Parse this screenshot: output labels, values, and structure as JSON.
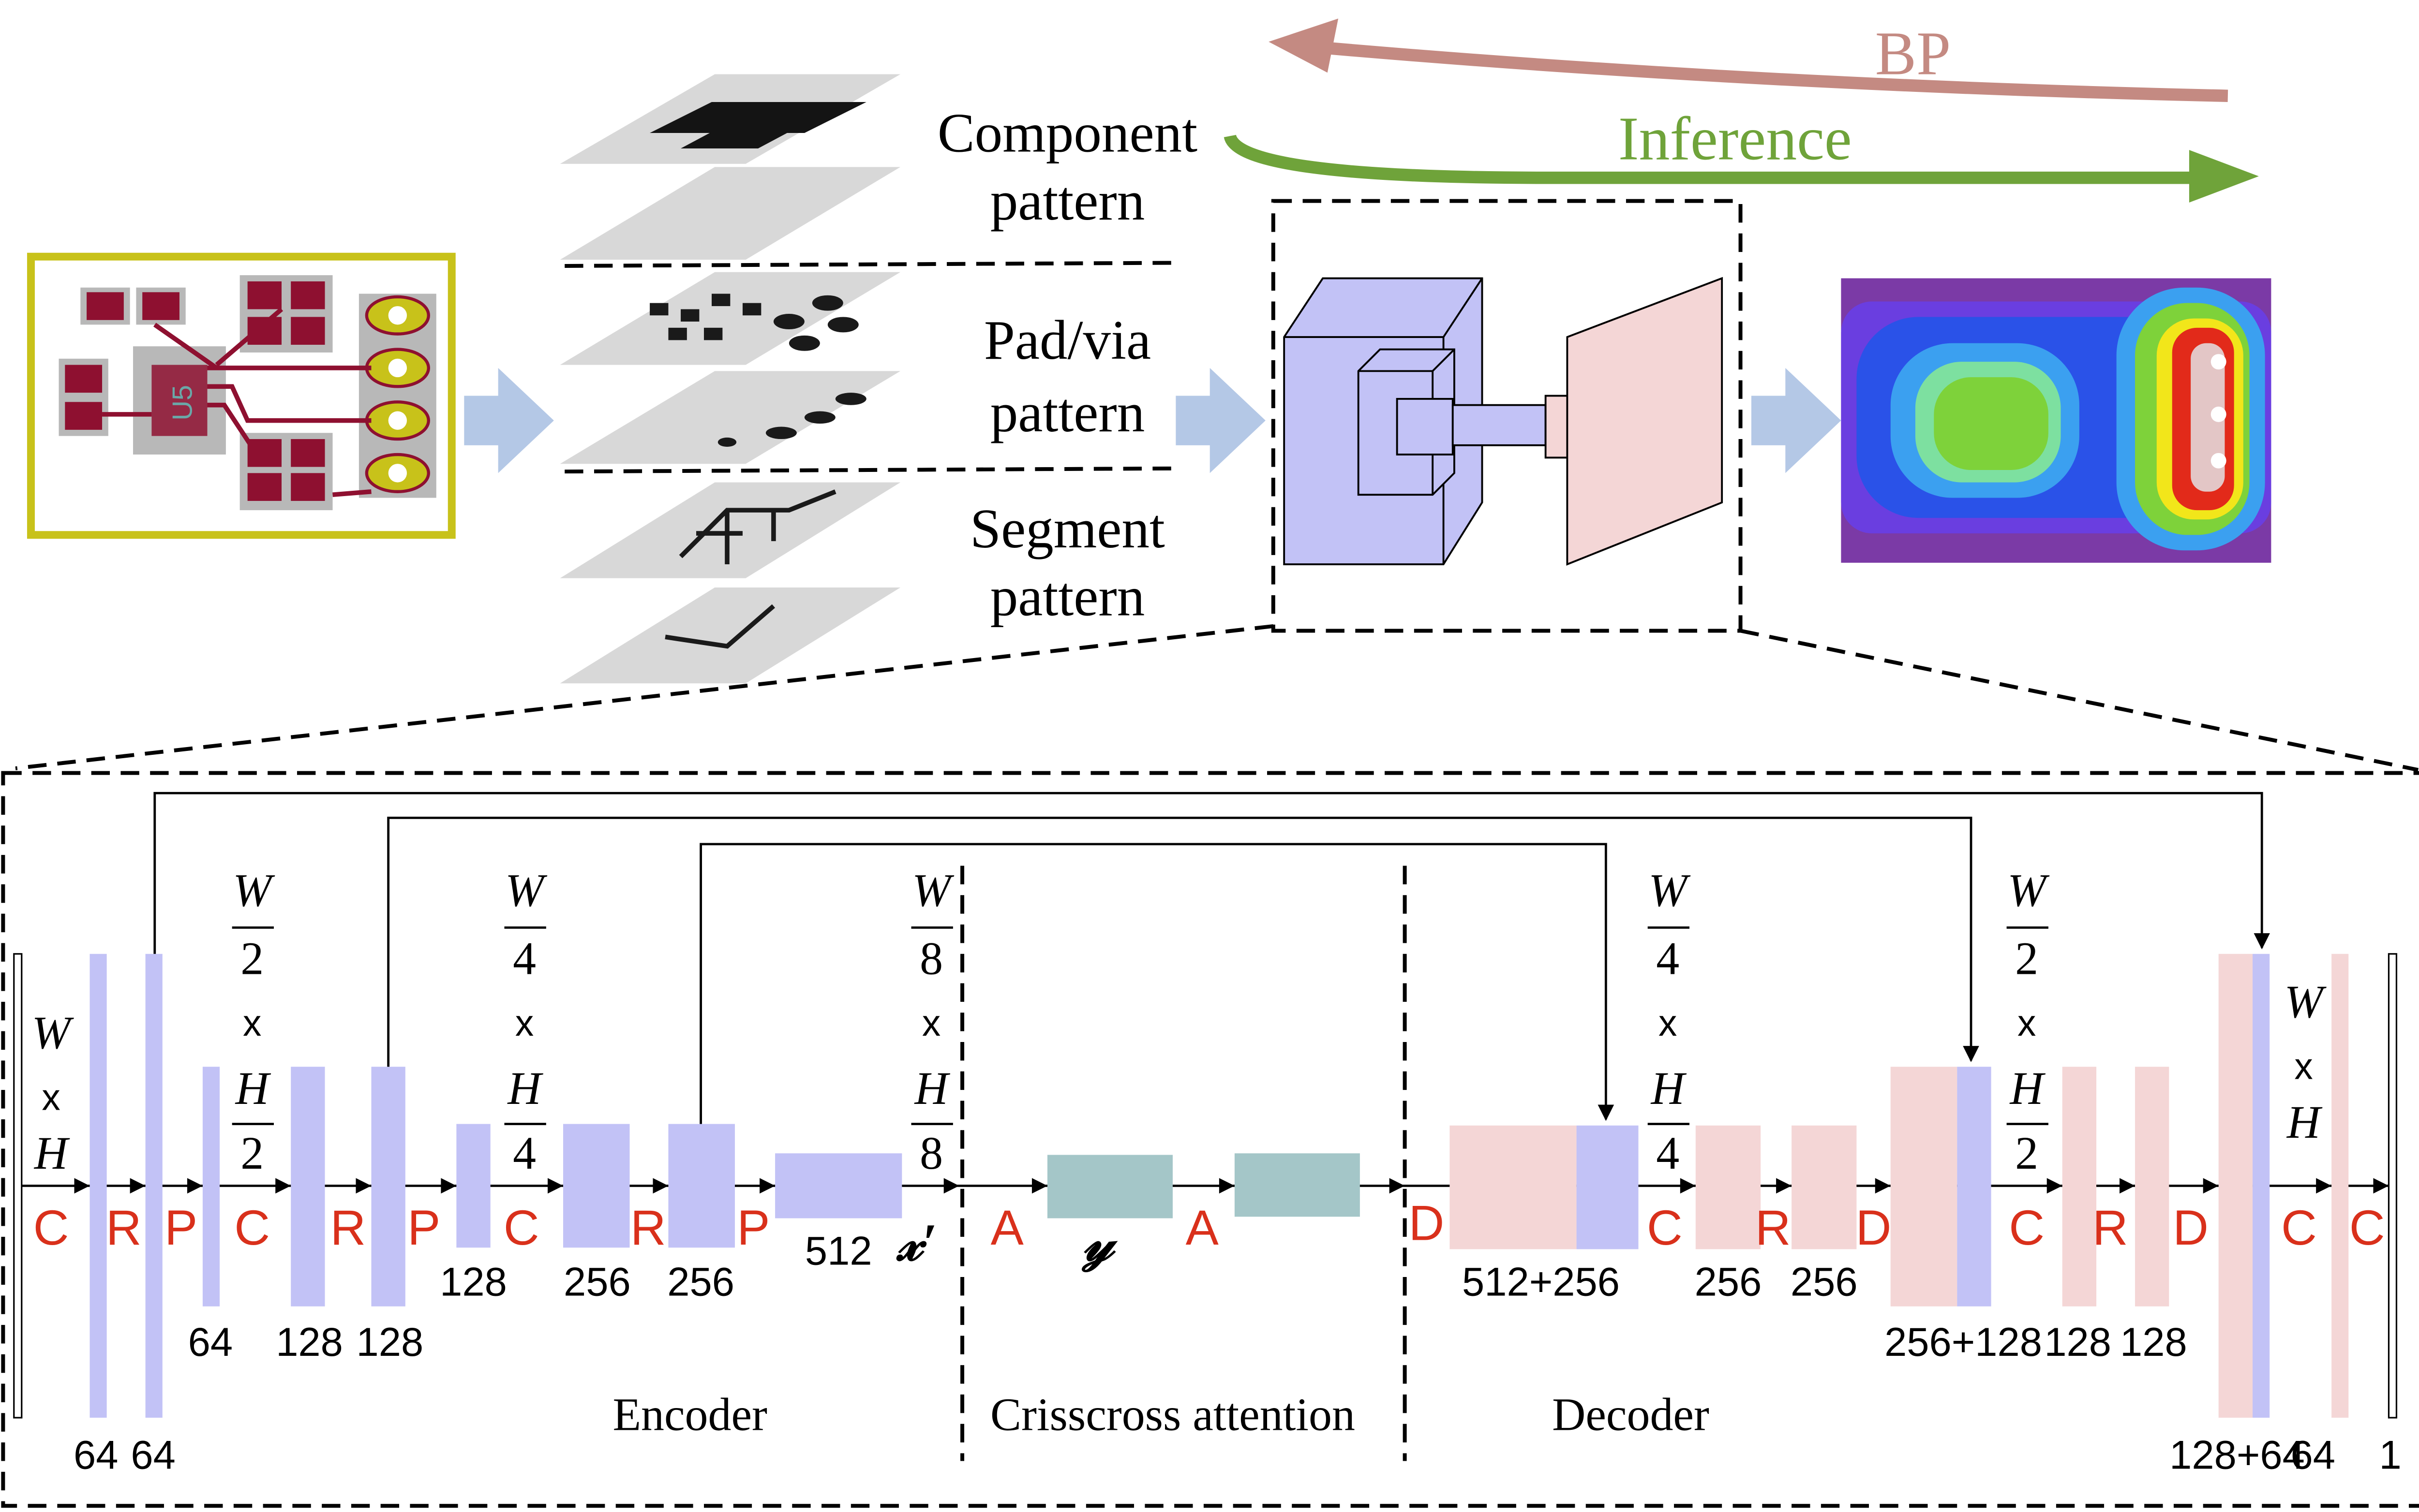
{
  "colors": {
    "encoder_block": "#c2c2f6",
    "decoder_block": "#f4d6d6",
    "attention_block": "#a4c6c8",
    "op_label": "#d9301b",
    "bp_arrow": "#c48a82",
    "inference_arrow": "#6fa33a",
    "flow_arrow": "#b4c8e6",
    "pcb_border": "#c8c21a",
    "pcb_pad": "#8e1030",
    "layer_plate": "#d8d8d8"
  },
  "top": {
    "bp_label": "BP",
    "inference_label": "Inference",
    "layer_groups": [
      {
        "line1": "Component",
        "line2": "pattern"
      },
      {
        "line1": "Pad/via",
        "line2": "pattern"
      },
      {
        "line1": "Segment",
        "line2": "pattern"
      }
    ],
    "chip_label": "U5"
  },
  "sections": {
    "encoder": "Encoder",
    "attention": "Crisscross attention",
    "decoder": "Decoder"
  },
  "ops": [
    "C",
    "R",
    "P",
    "C",
    "R",
    "P",
    "C",
    "R",
    "P",
    "A",
    "A",
    "D",
    "C",
    "R",
    "D",
    "C",
    "R",
    "D",
    "C",
    "C"
  ],
  "channels": [
    "64",
    "64",
    "64",
    "128",
    "128",
    "128",
    "256",
    "256",
    "512",
    "512+256",
    "256",
    "256",
    "256+128",
    "128",
    "128",
    "128+64",
    "64",
    "1"
  ],
  "dims": {
    "full": [
      "W",
      "x",
      "H"
    ],
    "half": [
      "W",
      "2",
      "x",
      "H",
      "2"
    ],
    "quarter": [
      "W",
      "4",
      "x",
      "H",
      "4"
    ],
    "eighth": [
      "W",
      "8",
      "x",
      "H",
      "8"
    ]
  },
  "symbols": {
    "x_prime": "𝓍′",
    "y": "𝓎"
  }
}
